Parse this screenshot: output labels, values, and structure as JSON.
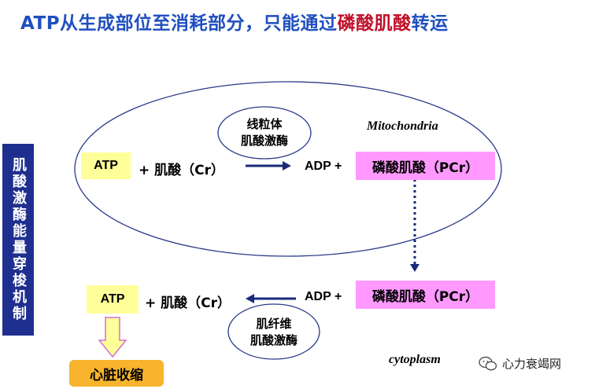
{
  "title": {
    "prefix": "ATP从生成部位至消耗部分，只能通过",
    "highlight": "磷酸肌酸",
    "suffix": "转运"
  },
  "side_label": "肌酸激酶能量穿梭机制",
  "mitochondria": {
    "label": "Mitochondria",
    "atp": "ATP",
    "creatine": "+ 肌酸（Cr）",
    "enzyme_line1": "线粒体",
    "enzyme_line2": "肌酸激酶",
    "adp": "ADP +",
    "pcr": "磷酸肌酸（PCr）"
  },
  "cytoplasm": {
    "label": "cytoplasm",
    "atp": "ATP",
    "creatine": "+ 肌酸（Cr）",
    "enzyme_line1": "肌纤维",
    "enzyme_line2": "肌酸激酶",
    "adp": "ADP +",
    "pcr": "磷酸肌酸（PCr）"
  },
  "heart_box": "心脏收缩",
  "watermark": "心力衰竭网",
  "colors": {
    "title_blue": "#1f4fbf",
    "title_red": "#c0102a",
    "side_label_bg": "#1f2f8f",
    "yellow_box": "#ffff99",
    "pink_box": "#ff99ff",
    "arrow_navy": "#1a2a7a",
    "heart_box": "#f7b42c"
  }
}
